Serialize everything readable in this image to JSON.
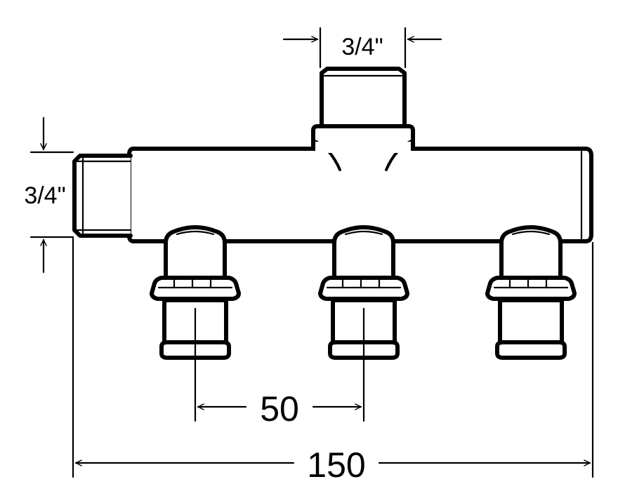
{
  "dimensions": {
    "top_outlet": "3/4\"",
    "left_inlet": "3/4\"",
    "spacing": "50",
    "overall_length": "150"
  }
}
